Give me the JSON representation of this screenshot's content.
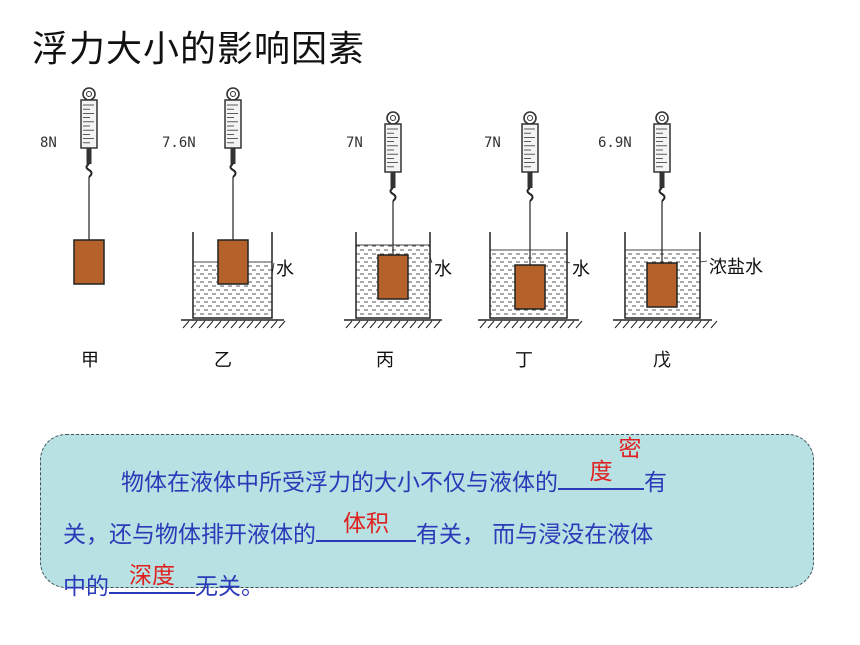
{
  "title": "浮力大小的影响因素",
  "setups": [
    {
      "caption": "甲",
      "reading": "8N",
      "liquid": ""
    },
    {
      "caption": "乙",
      "reading": "7.6N",
      "liquid": "水"
    },
    {
      "caption": "丙",
      "reading": "7N",
      "liquid": "水"
    },
    {
      "caption": "丁",
      "reading": "7N",
      "liquid": "水"
    },
    {
      "caption": "戊",
      "reading": "6.9N",
      "liquid": "浓盐水"
    }
  ],
  "conclusion": {
    "line1_text": "物体在液体中所受浮力的大小不仅与液体的",
    "answer1": "密度",
    "line1_end": "有",
    "line2_text": "关，还与物体排开液体的",
    "answer2": "体积",
    "line2_mid": "有关，  而与浸没在液体",
    "line3_text": "中的",
    "answer3": "深度",
    "line3_end": "无关。"
  },
  "colors": {
    "block": "#b5622a",
    "conclusion_text": "#2b3ab8",
    "answer": "#e02020",
    "box_bg": "#b7e1e2"
  }
}
